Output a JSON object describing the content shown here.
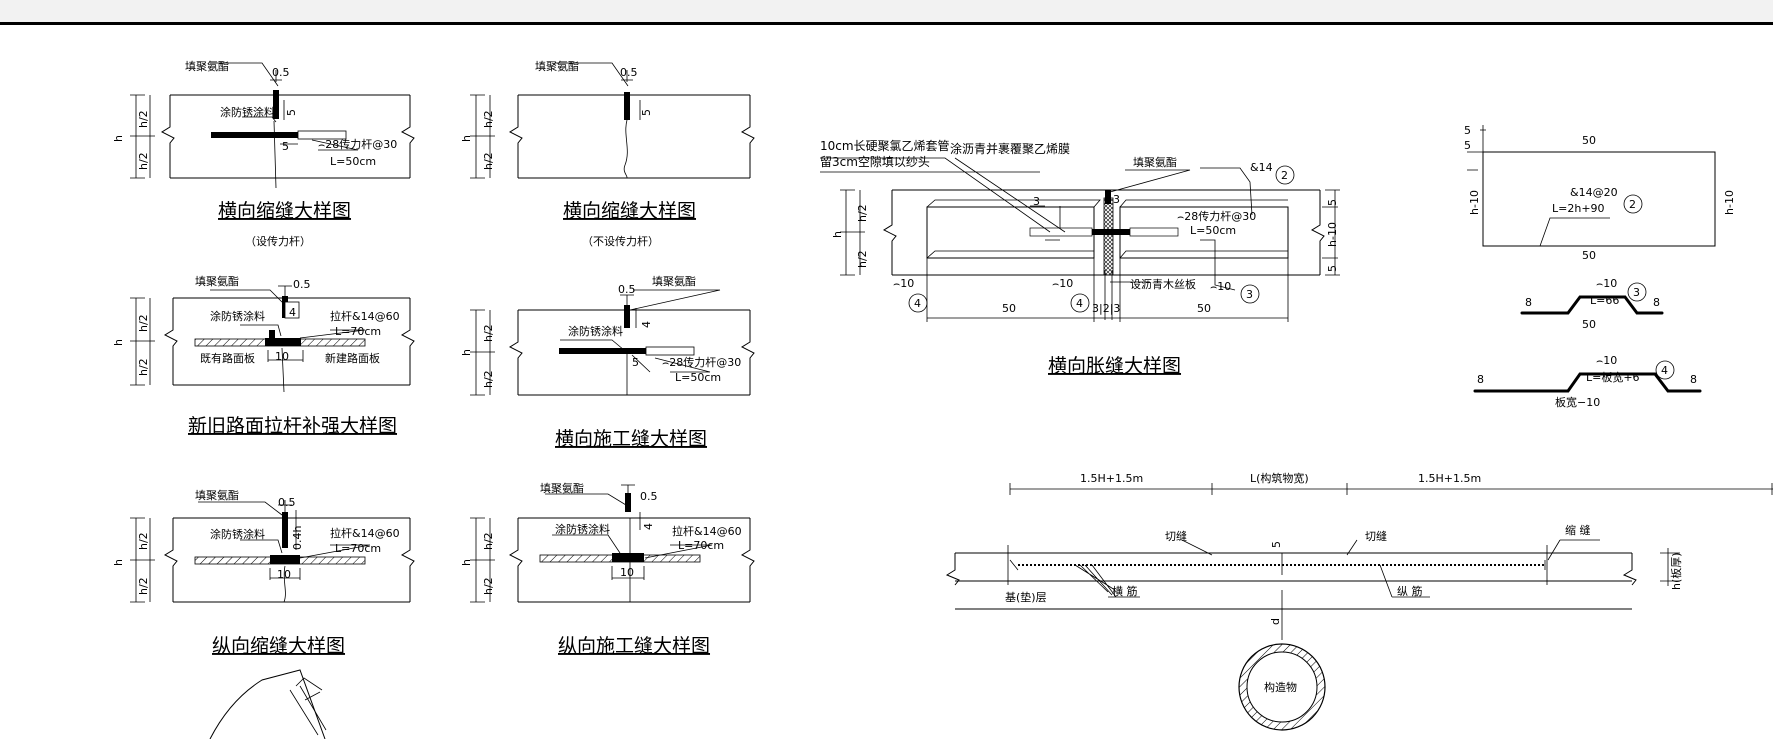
{
  "common": {
    "sealant": "填聚氨酯",
    "rust_coat": "涂防锈涂料",
    "h": "h",
    "h_half": "h/2",
    "dim_05": "0.5",
    "dim_5": "5",
    "dim_10": "10",
    "dim_4": "4",
    "dowel_bar": "⌢28传力杆@30",
    "dowel_len": "L=50cm",
    "tie_bar": "拉杆&14@60",
    "tie_len": "L=70cm"
  },
  "d1": {
    "title": "横向缩缝大样图",
    "subtitle": "（设传力杆）"
  },
  "d2": {
    "title": "横向缩缝大样图",
    "subtitle": "（不设传力杆）"
  },
  "d3": {
    "title": "新旧路面拉杆补强大样图",
    "existing": "既有路面板",
    "new": "新建路面板"
  },
  "d4": {
    "title": "横向施工缝大样图"
  },
  "d5": {
    "title": "纵向缩缝大样图",
    "dim_04h": "0.4h",
    "dim_005": "0.5"
  },
  "d6": {
    "title": "纵向施工缝大样图"
  },
  "d7": {
    "title": "横向胀缝大样图",
    "sleeve": "10cm长硬聚氯乙烯套管",
    "gap": "留3cm空隙填以纱头",
    "asphalt": "涂沥青并裹覆聚乙烯膜",
    "bar14": "&14",
    "filler_board": "设沥青木丝板",
    "d3": "3",
    "d50": "50",
    "d10": "⌢10",
    "d323": "3|2|3",
    "d_h10": "h-10",
    "c2": "2",
    "c3": "3",
    "c4": "4"
  },
  "d8": {
    "top5": "5",
    "left5": "5",
    "top50": "50",
    "bottom50": "50",
    "left_h10": "h-10",
    "right_h10": "h-10",
    "bar": "&14@20",
    "len": "L=2h+90",
    "circ2": "2",
    "b3_top": "⌢10",
    "b3_len": "L=66",
    "b3_bottom": "50",
    "b3_end": "8",
    "circ3": "3",
    "b4_top": "⌢10",
    "b4_len": "L=板宽+6",
    "b4_bottom": "板宽−10",
    "b4_end": "8",
    "circ4": "4"
  },
  "d9": {
    "left_span": "1.5H+1.5m",
    "mid_span": "L(构筑物宽)",
    "right_span": "1.5H+1.5m",
    "cut1": "切缝",
    "cut2": "切缝",
    "shrink": "缩 缝",
    "dim5": "5",
    "slab": "h(板厚)",
    "base": "基(垫)层",
    "trans": "横 筋",
    "long": "纵 筋",
    "d": "d",
    "structure": "构造物"
  }
}
